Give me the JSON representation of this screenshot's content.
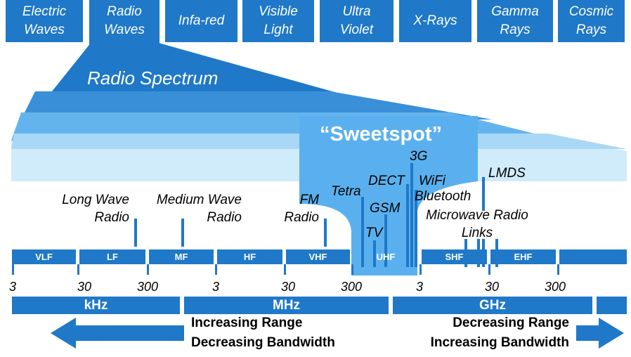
{
  "spectrum_tabs": [
    {
      "label": "Electric\nWaves"
    },
    {
      "label": "Radio\nWaves"
    },
    {
      "label": "Infa-red"
    },
    {
      "label": "Visible\nLight"
    },
    {
      "label": "Ultra\nViolet"
    },
    {
      "label": "X-Rays"
    },
    {
      "label": "Gamma\nRays"
    },
    {
      "label": "Cosmic\nRays"
    }
  ],
  "radio_spectrum_title": "Radio Spectrum",
  "sweetspot_label": "“Sweetspot”",
  "applications": {
    "long_wave": "Long Wave\nRadio",
    "medium_wave": "Medium Wave\nRadio",
    "fm": "FM\nRadio",
    "tetra": "Tetra",
    "dect": "DECT",
    "gsm": "GSM",
    "tv": "TV",
    "g3": "3G",
    "wifi": "WiFi",
    "bluetooth": "Bluetooth",
    "microwave": "Microwave Radio\nLinks",
    "lmds": "LMDS"
  },
  "bands": [
    "VLF",
    "LF",
    "MF",
    "HF",
    "VHF",
    "UHF",
    "SHF",
    "EHF"
  ],
  "ticks": [
    "3",
    "30",
    "300",
    "3",
    "30",
    "300",
    "3",
    "30",
    "300"
  ],
  "units": [
    "kHz",
    "MHz",
    "GHz"
  ],
  "left_caption": {
    "line1": "Increasing Range",
    "line2": "Decreasing Bandwidth"
  },
  "right_caption": {
    "line1": "Decreasing Range",
    "line2": "Increasing Bandwidth"
  },
  "colors": {
    "primary": "#1f78c8",
    "mid": "#3a8fd9",
    "light": "#63b4ec",
    "pale": "#a8d8f5",
    "palest": "#d0ecfa",
    "sweetspot": "#5ab0ee"
  }
}
